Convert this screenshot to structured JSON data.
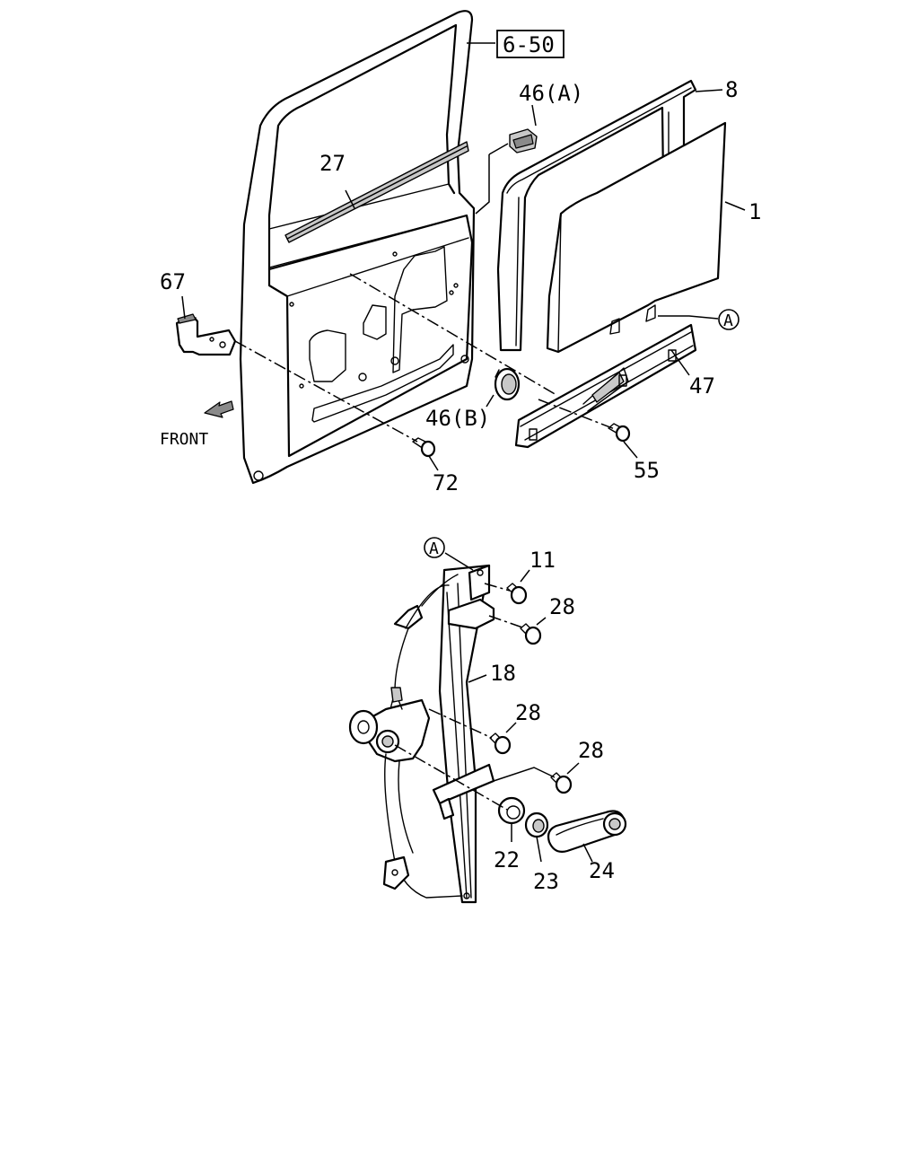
{
  "diagram": {
    "refBox": "6-50",
    "front": "FRONT",
    "refMarker": "A",
    "parts": {
      "p8": "8",
      "p46a": "46(A)",
      "p27": "27",
      "p1": "1",
      "p67": "67",
      "pA": "A",
      "p47": "47",
      "p46b": "46(B)",
      "p55": "55",
      "p72": "72",
      "p11": "11",
      "p28a": "28",
      "p18": "18",
      "p28b": "28",
      "p28c": "28",
      "p22": "22",
      "p23": "23",
      "p24": "24"
    }
  }
}
